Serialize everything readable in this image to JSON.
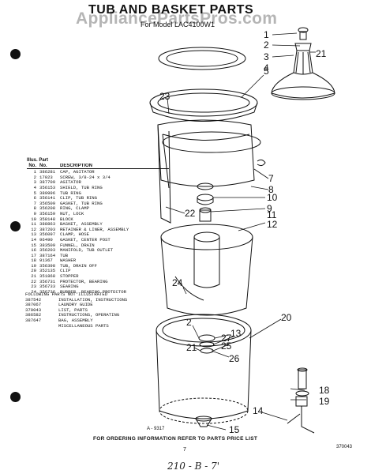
{
  "title": "TUB AND BASKET PARTS",
  "watermark": "AppliancePartsPros.com",
  "model_line": "For Model LAC4100W1",
  "parts_header": {
    "col1_top": "Illus. Part",
    "col1": "No.",
    "col2": "No.",
    "col3": "DESCRIPTION"
  },
  "parts": [
    {
      "no": "1",
      "part": "386281",
      "desc": "CAP, AGITATOR"
    },
    {
      "no": "2",
      "part": "17023",
      "desc": "SCREW, 3/8-24 x 3/4"
    },
    {
      "no": "3",
      "part": "387709",
      "desc": "AGITATOR"
    },
    {
      "no": "4",
      "part": "356153",
      "desc": "SHIELD, TUB RING"
    },
    {
      "no": "5",
      "part": "389996",
      "desc": "TUB RING"
    },
    {
      "no": "6",
      "part": "356141",
      "desc": "CLIP, TUB RING"
    },
    {
      "no": "7",
      "part": "356509",
      "desc": "GASKET, TUB RING"
    },
    {
      "no": "8",
      "part": "356208",
      "desc": "RING, CLAMP"
    },
    {
      "no": "9",
      "part": "356159",
      "desc": "NUT, LOCK"
    },
    {
      "no": "10",
      "part": "358148",
      "desc": "BLOCK"
    },
    {
      "no": "11",
      "part": "388863",
      "desc": "BASKET, ASSEMBLY"
    },
    {
      "no": "12",
      "part": "387203",
      "desc": "RETAINER & LINER, ASSEMBLY"
    },
    {
      "no": "13",
      "part": "356097",
      "desc": "CLAMP, HOSE"
    },
    {
      "no": "14",
      "part": "96490",
      "desc": "GASKET, CENTER POST"
    },
    {
      "no": "15",
      "part": "383509",
      "desc": "FUNNEL, DRAIN"
    },
    {
      "no": "16",
      "part": "356203",
      "desc": "MANIFOLD, TUB OUTLET"
    },
    {
      "no": "17",
      "part": "387164",
      "desc": "TUB"
    },
    {
      "no": "18",
      "part": "91367",
      "desc": "WASHER"
    },
    {
      "no": "19",
      "part": "356398",
      "desc": "TUB, DRAIN OFF"
    },
    {
      "no": "20",
      "part": "352135",
      "desc": "CLIP"
    },
    {
      "no": "21",
      "part": "351868",
      "desc": "STOPPER"
    },
    {
      "no": "22",
      "part": "356731",
      "desc": "PROTECTOR, BEARING"
    },
    {
      "no": "23",
      "part": "356733",
      "desc": "SEARING"
    },
    {
      "no": "24",
      "part": "356736",
      "desc": "RUBBER, BEARING PROTECTOR"
    }
  ],
  "following_title": "FOLLOWING PARTS NOT ILLUSTRATED",
  "following": [
    {
      "part": "387542",
      "desc": "INSTALLATION, INSTRUCTIONS"
    },
    {
      "part": "387067",
      "desc": "LAUNDRY GUIDE"
    },
    {
      "part": "370043",
      "desc": "LIST, PARTS"
    },
    {
      "part": "386582",
      "desc": "INSTRUCTIONS, OPERATING"
    },
    {
      "part": "387647",
      "desc": "BAG, ASSEMBLY"
    },
    {
      "part": "",
      "desc": "MISCELLANEOUS PARTS"
    }
  ],
  "callouts": {
    "n1": "1",
    "n2": "2",
    "n3": "3",
    "n4": "4",
    "n5": "5",
    "n21a": "21",
    "n23": "23",
    "n7": "7",
    "n8": "8",
    "n10": "10",
    "n9": "9",
    "n11": "11",
    "n12": "12",
    "n22": "22",
    "n24": "24",
    "n20": "20",
    "n2b": "2",
    "n13": "13",
    "n27": "27",
    "n25": "25",
    "n21b": "21",
    "n26": "26",
    "n18": "18",
    "n19": "19",
    "n14": "14",
    "n15": "15"
  },
  "figure_number": "A - 9317",
  "footer": "FOR ORDERING INFORMATION REFER TO PARTS PRICE LIST",
  "page_number": "7",
  "doc_code": "370043",
  "handwriting": "210 - B - 7'"
}
